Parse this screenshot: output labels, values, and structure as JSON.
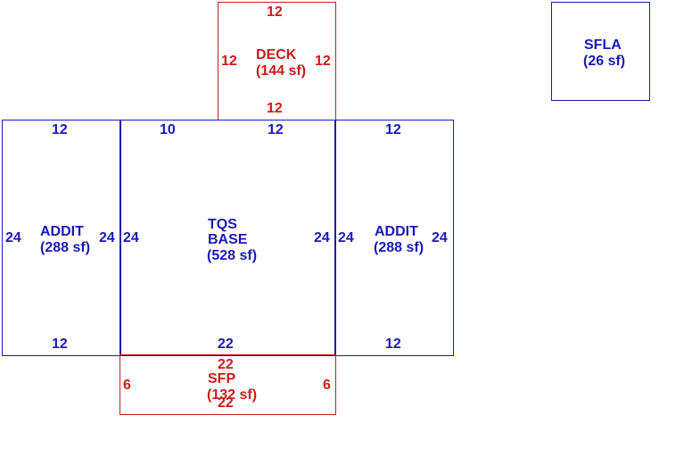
{
  "colors": {
    "blue": "#1a1ab4",
    "red": "#cc1a1a"
  },
  "deck": {
    "name": "DECK",
    "area": "(144 sf)",
    "top": "12",
    "bottom": "12",
    "left": "12",
    "right": "12"
  },
  "sfla": {
    "name": "SFLA",
    "area": "(26 sf)"
  },
  "addit_left": {
    "name": "ADDIT",
    "area": "(288 sf)",
    "top": "12",
    "bottom": "12",
    "left": "24",
    "right": "24"
  },
  "base": {
    "name1": "TQS",
    "name2": "BASE",
    "area": "(528 sf)",
    "top_a": "10",
    "top_b": "12",
    "bottom": "22",
    "left": "24",
    "right": "24"
  },
  "addit_right": {
    "name": "ADDIT",
    "area": "(288 sf)",
    "top": "12",
    "bottom": "12",
    "left": "24",
    "right": "24"
  },
  "sfp": {
    "name": "SFP",
    "area": "(132 sf)",
    "top": "22",
    "bottom": "22",
    "left": "6",
    "right": "6"
  }
}
